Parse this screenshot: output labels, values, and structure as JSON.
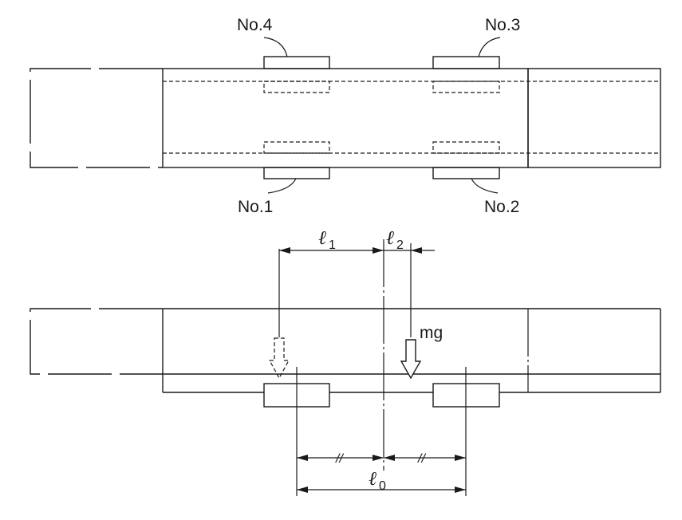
{
  "top_view": {
    "labels": {
      "no4": "No.4",
      "no3": "No.3",
      "no1": "No.1",
      "no2": "No.2"
    }
  },
  "side_view": {
    "dimensions": {
      "l1_symbol": "ℓ",
      "l1_sub": "1",
      "l2_symbol": "ℓ",
      "l2_sub": "2",
      "l0_symbol": "ℓ",
      "l0_sub": "0",
      "equal_mark_left": "//",
      "equal_mark_right": "//"
    },
    "force_label": "mg"
  }
}
